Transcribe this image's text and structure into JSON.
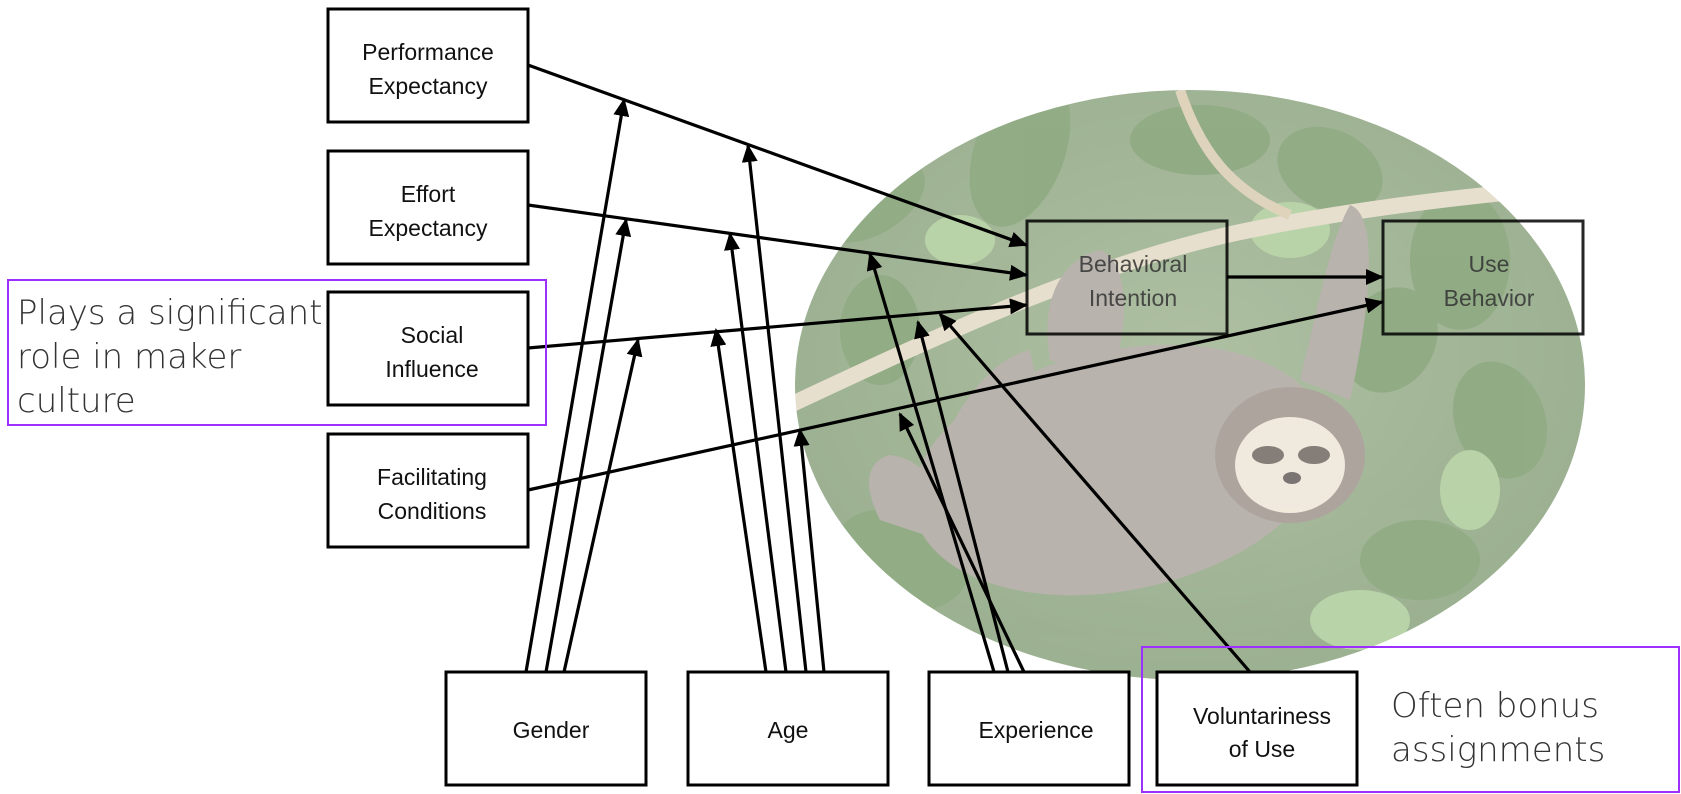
{
  "diagram": {
    "constructs": {
      "performance_expectancy": [
        "Performance",
        "Expectancy"
      ],
      "effort_expectancy": [
        "Effort",
        "Expectancy"
      ],
      "social_influence": [
        "Social",
        "Influence"
      ],
      "facilitating_conditions": [
        "Facilitating",
        "Conditions"
      ],
      "behavioral_intention": [
        "Behavioral",
        "Intention"
      ],
      "use_behavior": [
        "Use",
        "Behavior"
      ]
    },
    "moderators": {
      "gender": "Gender",
      "age": "Age",
      "experience": "Experience",
      "voluntariness": [
        "Voluntariness",
        "of Use"
      ]
    },
    "background_photo": "sloth-hanging-on-branch"
  },
  "annotations": {
    "social_note": [
      "Plays a significant",
      "role in maker",
      "culture"
    ],
    "voluntariness_note": [
      "Often bonus",
      "assignments"
    ]
  },
  "colors": {
    "annotation_border": "#9b30ff",
    "box_stroke": "#000000"
  }
}
